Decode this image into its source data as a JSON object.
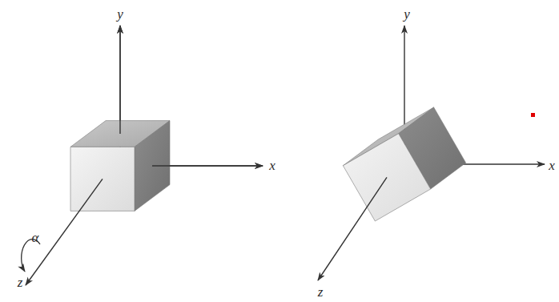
{
  "diagram": {
    "labels": [
      "y",
      "x",
      "z",
      "α",
      "y",
      "x",
      "z"
    ]
  }
}
